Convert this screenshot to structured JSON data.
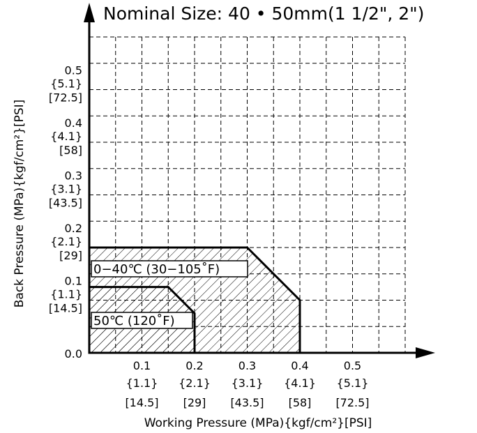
{
  "chart_data": {
    "type": "area",
    "title": "Nominal Size: 40 • 50mm(1 1/2\", 2\")",
    "xlabel": "Working Pressure (MPa){kgf/cm²}[PSI]",
    "ylabel": "Back Pressure (MPa){kgf/cm²}[PSI]",
    "origin_label": "0.0",
    "xlim": [
      0,
      0.6
    ],
    "ylim": [
      0,
      0.6
    ],
    "grid": true,
    "x_ticks": [
      {
        "value": 0.1,
        "mpa": "0.1",
        "kgf": "{1.1}",
        "psi": "[14.5]"
      },
      {
        "value": 0.2,
        "mpa": "0.2",
        "kgf": "{2.1}",
        "psi": "[29]"
      },
      {
        "value": 0.3,
        "mpa": "0.3",
        "kgf": "{3.1}",
        "psi": "[43.5]"
      },
      {
        "value": 0.4,
        "mpa": "0.4",
        "kgf": "{4.1}",
        "psi": "[58]"
      },
      {
        "value": 0.5,
        "mpa": "0.5",
        "kgf": "{5.1}",
        "psi": "[72.5]"
      }
    ],
    "y_ticks": [
      {
        "value": 0.1,
        "mpa": "0.1",
        "kgf": "{1.1}",
        "psi": "[14.5]"
      },
      {
        "value": 0.2,
        "mpa": "0.2",
        "kgf": "{2.1}",
        "psi": "[29]"
      },
      {
        "value": 0.3,
        "mpa": "0.3",
        "kgf": "{3.1}",
        "psi": "[43.5]"
      },
      {
        "value": 0.4,
        "mpa": "0.4",
        "kgf": "{4.1}",
        "psi": "[58]"
      },
      {
        "value": 0.5,
        "mpa": "0.5",
        "kgf": "{5.1}",
        "psi": "[72.5]"
      }
    ],
    "regions": [
      {
        "label": "0−40℃ (30−105˚F)",
        "points": [
          [
            0,
            0
          ],
          [
            0,
            0.2
          ],
          [
            0.3,
            0.2
          ],
          [
            0.4,
            0.1
          ],
          [
            0.4,
            0
          ]
        ]
      },
      {
        "label": "50℃ (120˚F)",
        "points": [
          [
            0,
            0
          ],
          [
            0,
            0.125
          ],
          [
            0.15,
            0.125
          ],
          [
            0.2,
            0.075
          ],
          [
            0.2,
            0
          ]
        ]
      }
    ]
  }
}
